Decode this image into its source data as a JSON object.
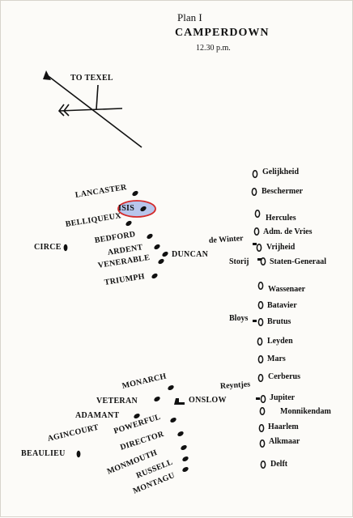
{
  "header": {
    "plan": "Plan I",
    "title": "CAMPERDOWN",
    "time": "12.30 p.m."
  },
  "compass": {
    "label": "TO TEXEL"
  },
  "highlight_ship": "ISIS",
  "colors": {
    "ink": "#111111",
    "highlight_fill": "#b8c6ec",
    "highlight_stroke": "#d42a2a",
    "paper": "#fcfbf8"
  },
  "british_north": [
    "LANCASTER",
    "ISIS",
    "BELLIQUEUX",
    "BEDFORD",
    "ARDENT",
    "VENERABLE",
    "TRIUMPH",
    "DUNCAN",
    "CIRCE"
  ],
  "british_south": [
    "MONARCH",
    "VETERAN",
    "ONSLOW",
    "ADAMANT",
    "POWERFUL",
    "AGINCOURT",
    "DIRECTOR",
    "MONMOUTH",
    "RUSSELL",
    "MONTAGU",
    "BEAULIEU"
  ],
  "dutch": [
    "Gelijkheid",
    "Beschermer",
    "Hercules",
    "Adm. de Vries",
    "Vrijheid",
    "Staten-Generaal",
    "Wassenaer",
    "Batavier",
    "Brutus",
    "Leyden",
    "Mars",
    "Cerberus",
    "Jupiter",
    "Monnikendam",
    "Haarlem",
    "Alkmaar",
    "Delft"
  ],
  "admirals": {
    "de_winter": "de Winter",
    "storij": "Storij",
    "bloys": "Bloys",
    "reyntjes": "Reyntjes"
  }
}
